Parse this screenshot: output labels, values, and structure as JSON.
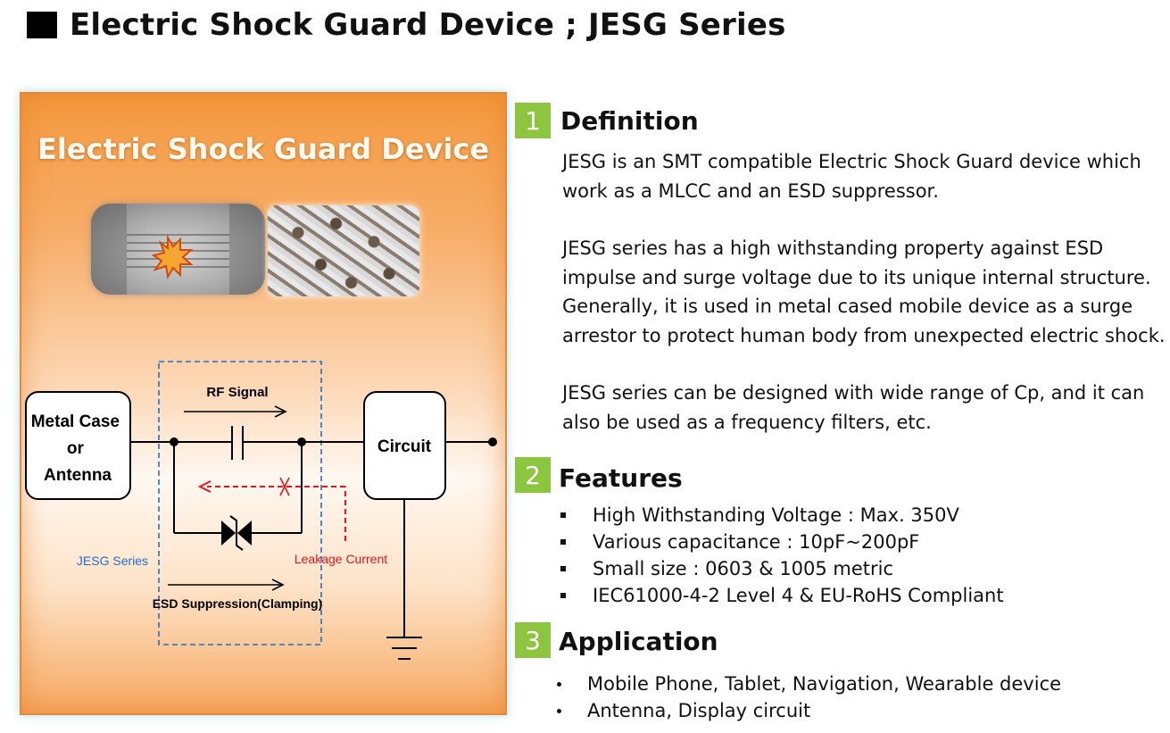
{
  "header": {
    "title": "Electric Shock Guard Device ; JESG Series"
  },
  "panel": {
    "title": "Electric Shock Guard Device",
    "diagram": {
      "metal_case_label": [
        "Metal Case",
        "or",
        "Antenna"
      ],
      "rf_signal_label": "RF Signal",
      "circuit_label": "Circuit",
      "jesg_series_label": "JESG Series",
      "leakage_label": "Leakage Current",
      "esd_label": "ESD Suppression(Clamping)"
    }
  },
  "sections": {
    "definition": {
      "number": "1",
      "title": "Definition",
      "paragraphs": [
        [
          "JESG is an SMT compatible Electric Shock Guard device which",
          "work as a MLCC and an ESD suppressor."
        ],
        [
          "JESG series has a high withstanding property against ESD",
          "impulse and surge voltage due to its unique internal structure.",
          "Generally, it is used in metal cased mobile device as a surge",
          "arrestor to protect human body from unexpected electric shock."
        ],
        [
          "JESG series can be designed with wide range of Cp, and it can",
          "also be used as a frequency filters, etc."
        ]
      ]
    },
    "features": {
      "number": "2",
      "title": "Features",
      "items": [
        "High Withstanding Voltage : Max. 350V",
        "Various capacitance : 10pF~200pF",
        "Small size : 0603 & 1005 metric",
        "IEC61000-4-2 Level 4 & EU-RoHS Compliant"
      ]
    },
    "application": {
      "number": "3",
      "title": "Application",
      "items": [
        "Mobile Phone, Tablet, Navigation, Wearable device",
        "Antenna, Display circuit"
      ]
    }
  },
  "colors": {
    "section_badge": "#8cc63f",
    "panel_orange": "#f4993e",
    "jesg_blue": "#1f6fc9",
    "leakage_red": "#e8141b"
  }
}
